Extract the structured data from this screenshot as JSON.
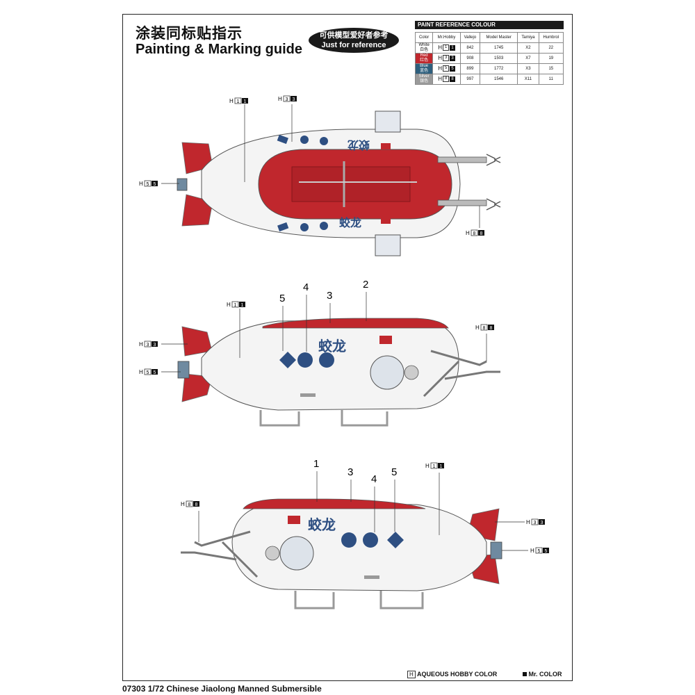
{
  "title": {
    "chinese": "涂装同标贴指示",
    "english": "Painting & Marking guide"
  },
  "reference_badge": {
    "chinese": "可供模型爱好者参考",
    "english": "Just for reference"
  },
  "paint_table": {
    "heading": "PAINT  REFERENCE COLOUR",
    "headers": [
      "Color",
      "Mr.Hobby",
      "Vallejo",
      "Model Master",
      "Tamiya",
      "Humbrol"
    ],
    "rows": [
      {
        "name": "White",
        "cn": "白色",
        "h1": "H",
        "h2": "1",
        "h3": "1",
        "vallejo": "842",
        "model_master": "1745",
        "tamiya": "X2",
        "humbrol": "22",
        "color": "#ffffff"
      },
      {
        "name": "Red",
        "cn": "红色",
        "h1": "H",
        "h2": "3",
        "h3": "3",
        "vallejo": "908",
        "model_master": "1503",
        "tamiya": "X7",
        "humbrol": "19",
        "color": "#c0272d"
      },
      {
        "name": "Blue",
        "cn": "蓝色",
        "h1": "H",
        "h2": "5",
        "h3": "5",
        "vallejo": "899",
        "model_master": "1772",
        "tamiya": "X3",
        "humbrol": "15",
        "color": "#2e5f7d"
      },
      {
        "name": "Silver",
        "cn": "银色",
        "h1": "H",
        "h2": "8",
        "h3": "8",
        "vallejo": "997",
        "model_master": "1546",
        "tamiya": "X11",
        "humbrol": "11",
        "color": "#9a9a9a"
      }
    ]
  },
  "callouts": {
    "white": {
      "h": "H",
      "a": "1",
      "b": "1"
    },
    "red": {
      "h": "H",
      "a": "3",
      "b": "3"
    },
    "blue": {
      "h": "H",
      "a": "5",
      "b": "5"
    },
    "silver": {
      "h": "H",
      "a": "8",
      "b": "8"
    }
  },
  "decal_numbers": {
    "n1": "1",
    "n2": "2",
    "n3": "3",
    "n4": "4",
    "n5": "5"
  },
  "hull_name": "蛟龙",
  "legend": {
    "aqueous": "AQUEOUS HOBBY COLOR",
    "aqueous_mark": "H",
    "mr_color": "Mr. COLOR"
  },
  "footer": "07303  1/72  Chinese Jiaolong Manned Submersible",
  "colors": {
    "hull_white": "#f4f4f4",
    "hull_red": "#c0272d",
    "decal_blue": "#2e4f82",
    "metal": "#9a9a9a"
  }
}
